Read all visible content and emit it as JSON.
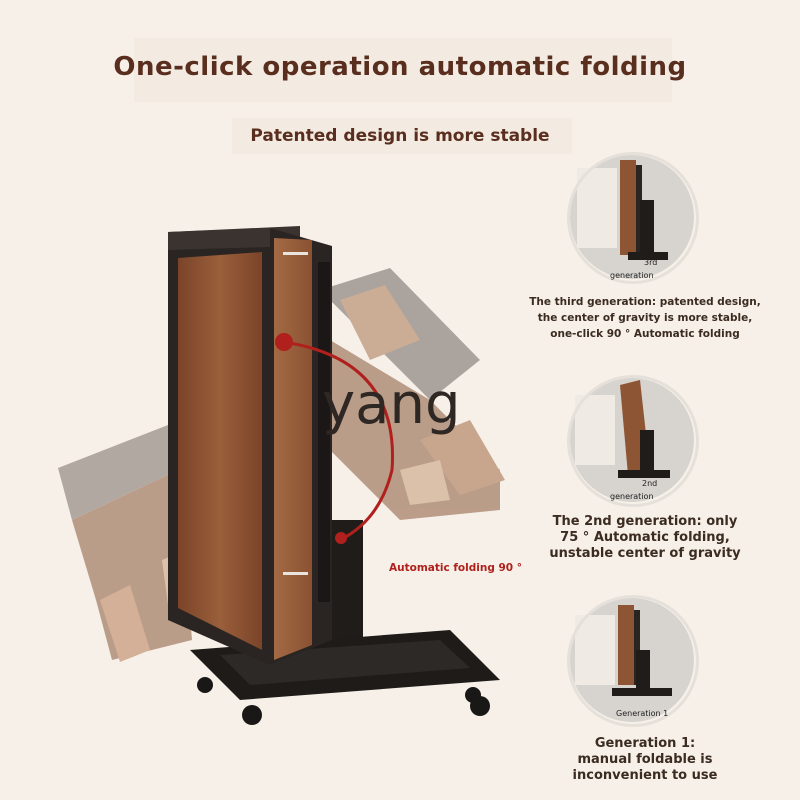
{
  "title": "One-click operation automatic folding",
  "subtitle": "Patented design is more stable",
  "fold_label": "Automatic folding 90 °",
  "watermark": "yang",
  "generations": [
    {
      "tag_line1": "3rd",
      "tag_line2": "generation",
      "caption": [
        "The third generation: patented design,",
        "the center of gravity is more stable,",
        "one-click 90 ° Automatic folding"
      ]
    },
    {
      "tag_line1": "2nd",
      "tag_line2": "generation",
      "caption": [
        "The 2nd generation: only",
        "75 ° Automatic folding,",
        "unstable center of gravity"
      ]
    },
    {
      "tag_line1": "Generation 1",
      "tag_line2": "",
      "caption": [
        "Generation 1:",
        "manual foldable is",
        "inconvenient to use"
      ]
    }
  ],
  "colors": {
    "background": "#f6f0e8",
    "title": "#5a2e1e",
    "wood": "#8e5534",
    "frame": "#2a2522",
    "accent_red": "#b0201c"
  }
}
